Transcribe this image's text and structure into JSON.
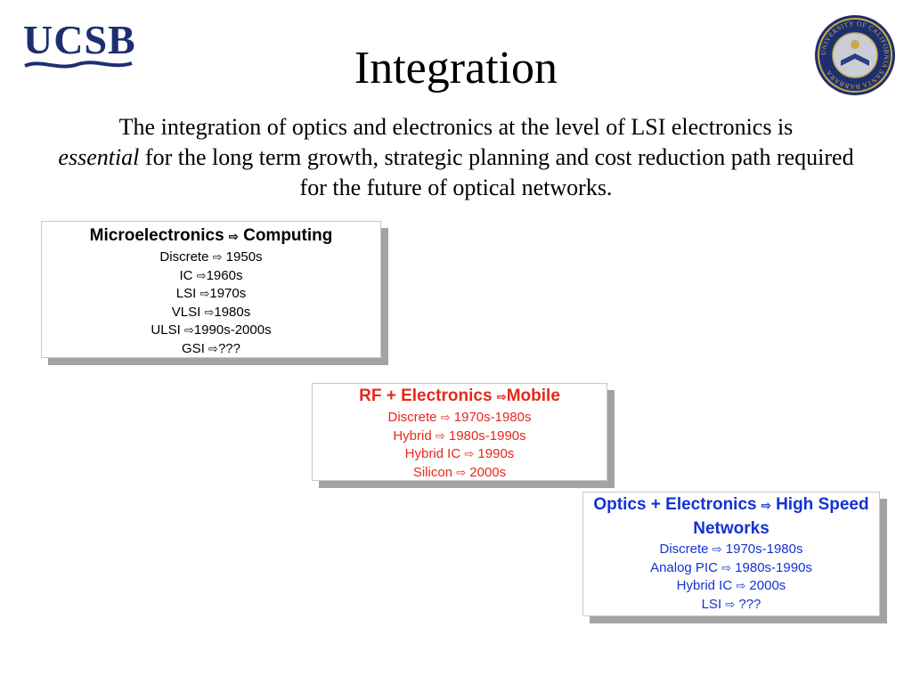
{
  "logo": {
    "text": "UCSB",
    "color": "#1d2f6f"
  },
  "seal": {
    "text": "UNIVERSITY OF CALIFORNIA SANTA BARBARA",
    "color": "#1d2f6f"
  },
  "title": "Integration",
  "intro": {
    "part1": "The integration of optics and electronics at the level of LSI electronics is",
    "emph": "essential",
    "part2": " for the long term growth, strategic planning and cost reduction path required for the future of optical networks."
  },
  "arrow_symbol": "⇨",
  "boxes": [
    {
      "head_pre": "Microelectronics ",
      "head_post": " Computing",
      "color": "#000000",
      "lines": [
        {
          "pre": "Discrete ",
          "post": " 1950s"
        },
        {
          "pre": "IC ",
          "post": "1960s"
        },
        {
          "pre": "LSI ",
          "post": "1970s"
        },
        {
          "pre": "VLSI ",
          "post": "1980s"
        },
        {
          "pre": "ULSI ",
          "post": "1990s-2000s"
        },
        {
          "pre": "GSI ",
          "post": "???"
        }
      ]
    },
    {
      "head_pre": "RF + Electronics ",
      "head_post": "Mobile",
      "color": "#e8271b",
      "lines": [
        {
          "pre": "Discrete ",
          "post": " 1970s-1980s"
        },
        {
          "pre": "Hybrid ",
          "post": " 1980s-1990s"
        },
        {
          "pre": "Hybrid IC ",
          "post": " 1990s"
        },
        {
          "pre": "Silicon ",
          "post": " 2000s"
        }
      ]
    },
    {
      "head_pre": "Optics + Electronics ",
      "head_post": " High Speed Networks",
      "color": "#1432d2",
      "lines": [
        {
          "pre": "Discrete ",
          "post": " 1970s-1980s"
        },
        {
          "pre": "Analog PIC ",
          "post": " 1980s-1990s"
        },
        {
          "pre": "Hybrid IC ",
          "post": " 2000s"
        },
        {
          "pre": "LSI ",
          "post": " ???"
        }
      ]
    }
  ]
}
